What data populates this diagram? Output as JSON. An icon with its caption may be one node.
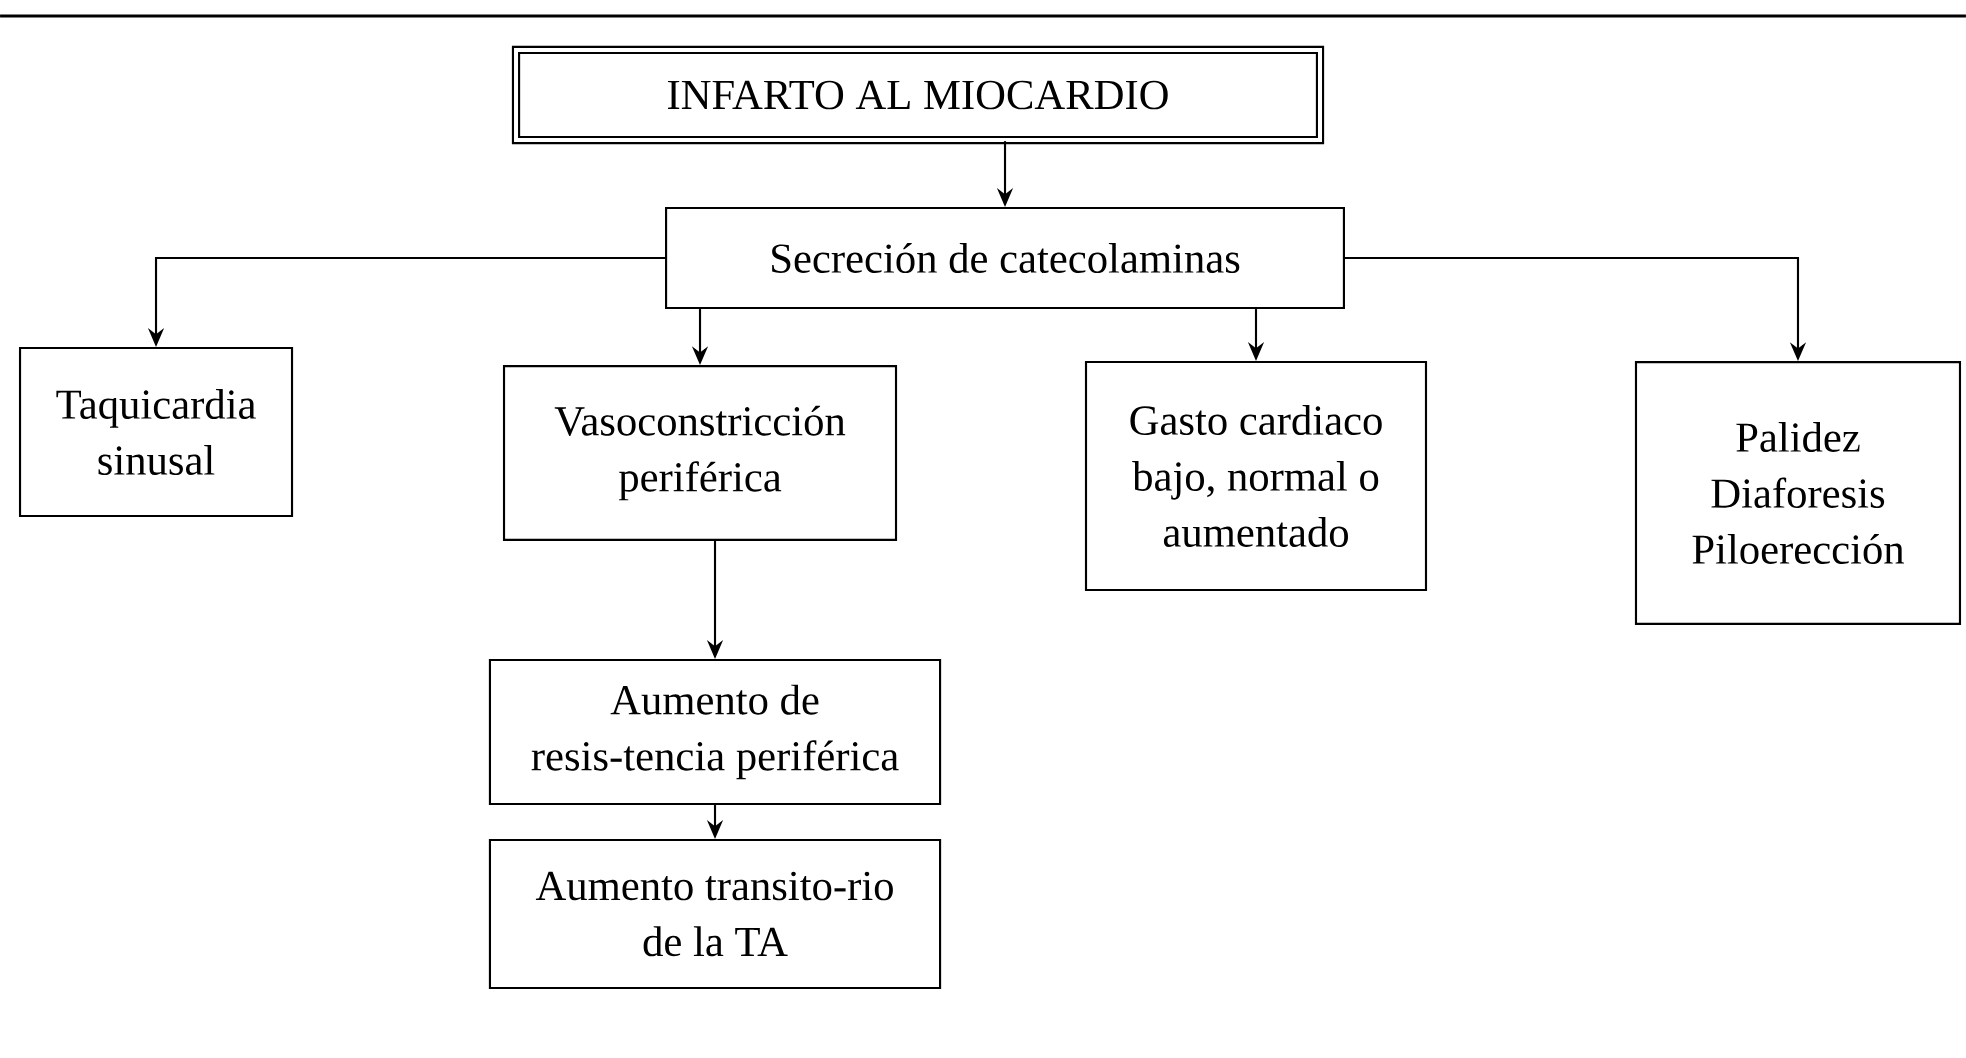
{
  "diagram": {
    "nodes": [
      {
        "text": [
          "INFARTO AL MIOCARDIO"
        ]
      },
      {
        "text": [
          "Secreción de catecolaminas"
        ]
      },
      {
        "text": [
          "Taquicardia sinusal"
        ]
      },
      {
        "text": [
          "Vasoconstricción periférica"
        ]
      },
      {
        "text": [
          "Gasto cardiaco bajo, normal o aumentado"
        ]
      },
      {
        "text": [
          "Palidez Diaforesis Piloerección"
        ]
      },
      {
        "text": [
          "Aumento de resis-tencia periférica"
        ]
      },
      {
        "text": [
          "Aumento transito-rio de la TA"
        ]
      }
    ],
    "edges": [
      {
        "from": 0,
        "to": 1,
        "arrow": "to"
      },
      {
        "from": 1,
        "to": 2,
        "arrow": "to"
      },
      {
        "from": 1,
        "to": 3,
        "arrow": "to"
      },
      {
        "from": 1,
        "to": 4,
        "arrow": "to"
      },
      {
        "from": 1,
        "to": 5,
        "arrow": "to"
      },
      {
        "from": 3,
        "to": 6,
        "arrow": "to"
      },
      {
        "from": 6,
        "to": 7,
        "arrow": "to"
      }
    ]
  }
}
